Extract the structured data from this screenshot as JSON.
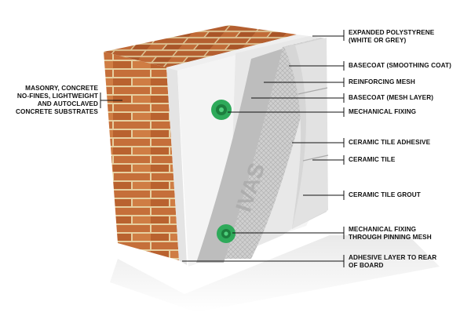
{
  "labels": {
    "masonry": [
      "MASONRY, CONCRETE",
      "NO-FINES, LIGHTWEIGHT",
      "AND AUTOCLAVED",
      "CONCRETE SUBSTRATES"
    ],
    "eps": [
      "EXPANDED POLYSTYRENE",
      "(WHITE OR GREY)"
    ],
    "basecoat_smoothing": "BASECOAT (SMOOTHING COAT)",
    "reinforcing_mesh": "REINFORCING MESH",
    "basecoat_mesh": "BASECOAT (MESH LAYER)",
    "mechanical_fixing": "MECHANICAL FIXING",
    "tile_adhesive": "CERAMIC TILE ADHESIVE",
    "ceramic_tile": "CERAMIC TILE",
    "tile_grout": "CERAMIC TILE GROUT",
    "fixing_through_mesh": [
      "MECHANICAL FIXING",
      "THROUGH PINNING MESH"
    ],
    "adhesive_layer": [
      "ADHESIVE LAYER TO REAR",
      "OF BOARD"
    ]
  },
  "board_watermark": "IVAS",
  "colors": {
    "brick": "#c8753f",
    "mortar": "#e9d2a6",
    "fixing": "#2eaa5a",
    "leader": "#111111"
  }
}
